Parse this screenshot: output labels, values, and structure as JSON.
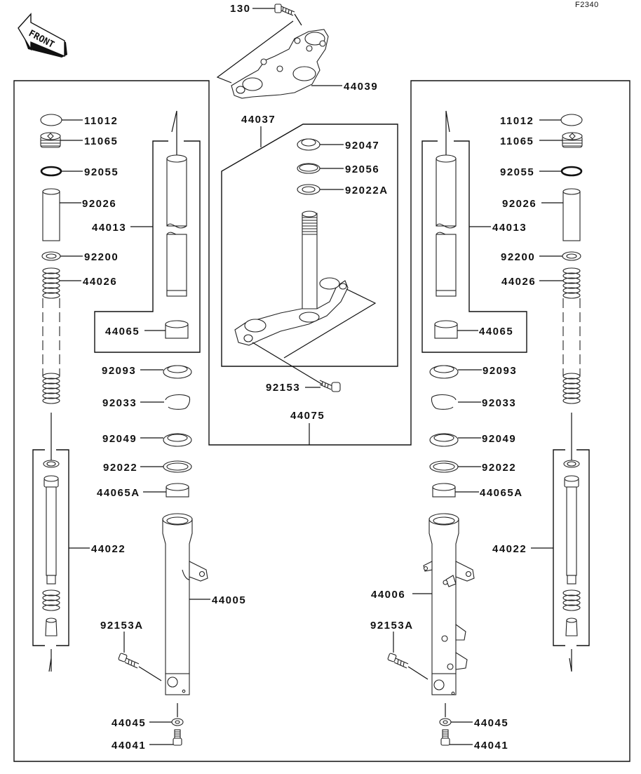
{
  "figure_code": "F2340",
  "front_indicator": "FRONT",
  "labels": {
    "top_bolt": "130",
    "upper_bracket": "44039",
    "stem_assembly": "44037",
    "stem_bracket_assembly": "44075",
    "stem_seal": "92047",
    "stem_ring": "92056",
    "stem_washer": "92022A",
    "stem_bolt": "92153",
    "left": {
      "cap": "11012",
      "plug": "11065",
      "o_ring": "92055",
      "collar": "92026",
      "inner_tube_assy": "44013",
      "washer": "92200",
      "spring": "44026",
      "bushing": "44065",
      "dust_seal": "92093",
      "circlip": "92033",
      "oil_seal": "92049",
      "seal_washer": "92022",
      "bushing_a": "44065A",
      "cylinder_assy": "44022",
      "outer_tube": "44005",
      "clamp_bolt": "92153A",
      "gasket": "44045",
      "bottom_bolt": "44041"
    },
    "right": {
      "cap": "11012",
      "plug": "11065",
      "o_ring": "92055",
      "collar": "92026",
      "inner_tube_assy": "44013",
      "washer": "92200",
      "spring": "44026",
      "bushing": "44065",
      "dust_seal": "92093",
      "circlip": "92033",
      "oil_seal": "92049",
      "seal_washer": "92022",
      "bushing_a": "44065A",
      "cylinder_assy": "44022",
      "outer_tube": "44006",
      "clamp_bolt": "92153A",
      "gasket": "44045",
      "bottom_bolt": "44041"
    }
  }
}
